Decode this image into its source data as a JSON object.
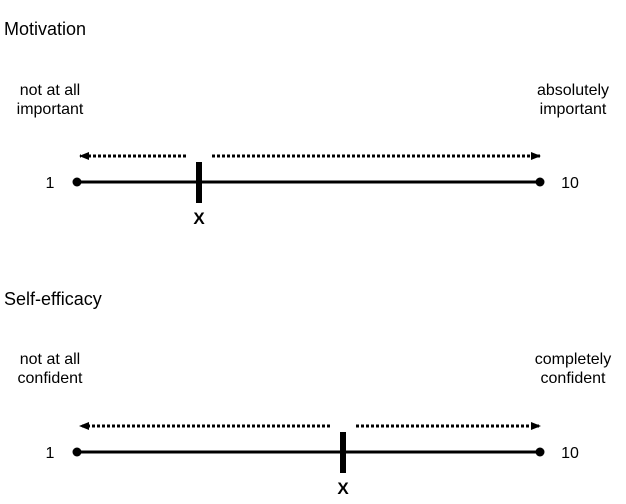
{
  "scales": [
    {
      "title": "Motivation",
      "left_anchor": [
        "not at all",
        "important"
      ],
      "right_anchor": [
        "absolutely",
        "important"
      ],
      "min_label": "1",
      "max_label": "10",
      "min": 1,
      "max": 10,
      "marker_label": "X",
      "marker_value": 3.4
    },
    {
      "title": "Self-efficacy",
      "left_anchor": [
        "not at all",
        "confident"
      ],
      "right_anchor": [
        "completely",
        "confident"
      ],
      "min_label": "1",
      "max_label": "10",
      "min": 1,
      "max": 10,
      "marker_label": "X",
      "marker_value": 6.3
    }
  ],
  "colors": {
    "line": "#000000",
    "text": "#000000",
    "background": "#ffffff"
  }
}
